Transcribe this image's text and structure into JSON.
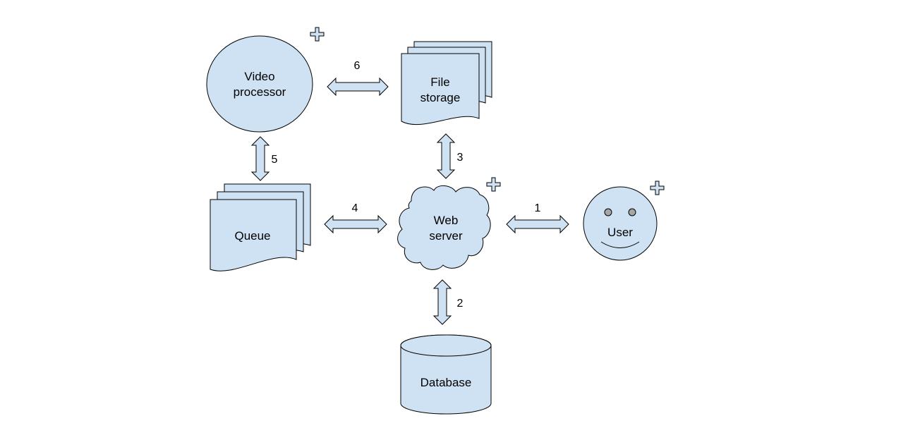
{
  "nodes": {
    "video_processor": [
      "Video",
      "processor"
    ],
    "file_storage": [
      "File",
      "storage"
    ],
    "queue": "Queue",
    "web_server": [
      "Web",
      "server"
    ],
    "user": "User",
    "database": "Database"
  },
  "connectors": {
    "user_web": "1",
    "web_database": "2",
    "web_file_storage": "3",
    "queue_web": "4",
    "video_queue": "5",
    "video_file_storage": "6"
  },
  "colors": {
    "shape_fill": "#cfe2f3",
    "stroke": "#000000"
  },
  "icons": {
    "scale_marker": "plus-icon"
  }
}
